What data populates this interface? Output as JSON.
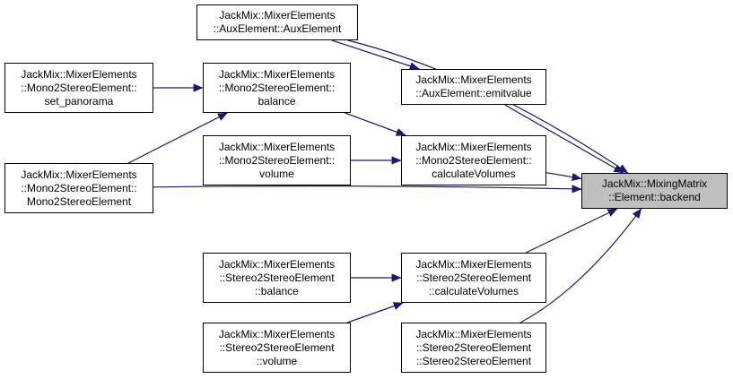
{
  "colors": {
    "edge": "#191970",
    "focus_fill": "#bfbfbf",
    "node_fill": "#ffffff",
    "node_border": "#000000"
  },
  "nodes": {
    "aux_ctor": {
      "lines": [
        "JackMix::MixerElements",
        "::AuxElement::AuxElement"
      ]
    },
    "m2s_set_panorama": {
      "lines": [
        "JackMix::MixerElements",
        "::Mono2StereoElement::",
        "set_panorama"
      ]
    },
    "m2s_balance": {
      "lines": [
        "JackMix::MixerElements",
        "::Mono2StereoElement::",
        "balance"
      ]
    },
    "aux_emitvalue": {
      "lines": [
        "JackMix::MixerElements",
        "::AuxElement::emitvalue"
      ]
    },
    "m2s_volume": {
      "lines": [
        "JackMix::MixerElements",
        "::Mono2StereoElement::",
        "volume"
      ]
    },
    "m2s_calculate": {
      "lines": [
        "JackMix::MixerElements",
        "::Mono2StereoElement::",
        "calculateVolumes"
      ]
    },
    "m2s_ctor": {
      "lines": [
        "JackMix::MixerElements",
        "::Mono2StereoElement::",
        "Mono2StereoElement"
      ]
    },
    "backend": {
      "lines": [
        "JackMix::MixingMatrix",
        "::Element::backend"
      ]
    },
    "s2s_balance": {
      "lines": [
        "JackMix::MixerElements",
        "::Stereo2StereoElement",
        "::balance"
      ]
    },
    "s2s_calculate": {
      "lines": [
        "JackMix::MixerElements",
        "::Stereo2StereoElement",
        "::calculateVolumes"
      ]
    },
    "s2s_volume": {
      "lines": [
        "JackMix::MixerElements",
        "::Stereo2StereoElement",
        "::volume"
      ]
    },
    "s2s_ctor": {
      "lines": [
        "JackMix::MixerElements",
        "::Stereo2StereoElement",
        "::Stereo2StereoElement"
      ]
    }
  },
  "edges": [
    {
      "from": "aux_ctor",
      "to": "backend"
    },
    {
      "from": "aux_ctor",
      "to": "aux_emitvalue"
    },
    {
      "from": "m2s_set_panorama",
      "to": "m2s_balance"
    },
    {
      "from": "m2s_balance",
      "to": "m2s_calculate"
    },
    {
      "from": "m2s_ctor",
      "to": "m2s_balance"
    },
    {
      "from": "m2s_ctor",
      "to": "backend"
    },
    {
      "from": "aux_emitvalue",
      "to": "backend"
    },
    {
      "from": "m2s_volume",
      "to": "m2s_calculate"
    },
    {
      "from": "m2s_calculate",
      "to": "backend"
    },
    {
      "from": "s2s_balance",
      "to": "s2s_calculate"
    },
    {
      "from": "s2s_volume",
      "to": "s2s_calculate"
    },
    {
      "from": "s2s_calculate",
      "to": "backend"
    },
    {
      "from": "s2s_ctor",
      "to": "backend"
    }
  ]
}
